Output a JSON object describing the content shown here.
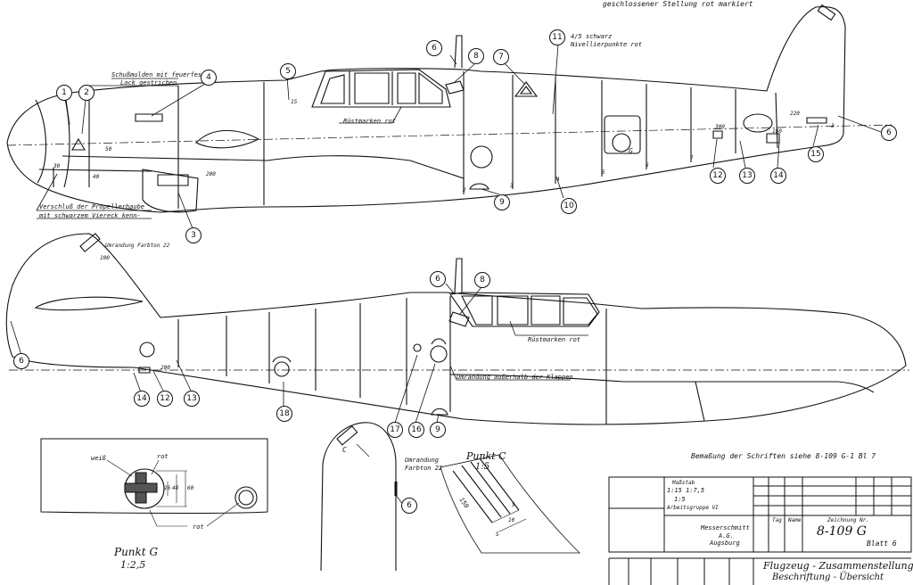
{
  "header_note": "geschlossener Stellung rot markiert",
  "view_top": {
    "notes": {
      "schussmulden": [
        "Schußmulden mit feuerfestem",
        "Lack gestrichen"
      ],
      "rustmarken": "Rüstmarken rot",
      "nivellierpunkte": [
        "4/5 schwarz",
        "Nivellierpunkte rot"
      ],
      "verschluss": [
        "Verschluß der Propellerhaube",
        "mit schwarzem Viereck kenn-"
      ]
    },
    "callouts": [
      "1",
      "2",
      "3",
      "4",
      "5",
      "6",
      "7",
      "8",
      "9",
      "10",
      "11",
      "12",
      "13",
      "14",
      "15",
      "6"
    ],
    "stations": [
      "2",
      "3",
      "4",
      "5",
      "6",
      "7"
    ],
    "marks": {
      "g": "G",
      "d300": "300",
      "d220": "220",
      "d180": "180",
      "d3": "3",
      "d50": "50",
      "d40": "40",
      "d30": "30",
      "d200": "200",
      "d15": "15"
    }
  },
  "view_bottom": {
    "notes": {
      "umrandung_farbton": "Umrandung Farbton 22",
      "rustmarken": "Rüstmarken rot",
      "umrandung_klappen": "Umrandung außerhalb der Klappen"
    },
    "callouts": [
      "6",
      "8",
      "6",
      "14",
      "12",
      "13",
      "18",
      "17",
      "16",
      "9"
    ],
    "marks": {
      "d200": "200",
      "d100": "100"
    }
  },
  "detail_g": {
    "title": "Punkt G",
    "scale": "1:2,5",
    "labels": {
      "weiss": "weiß",
      "rot1": "rot",
      "rot2": "rot"
    },
    "dims": [
      "16",
      "48",
      "60"
    ]
  },
  "fin_detail": {
    "callout": "6",
    "marker": "C",
    "notes": [
      "Umrandung",
      "Farbton 22"
    ]
  },
  "detail_c": {
    "title": "Punkt C",
    "scale": "1:5",
    "dims": [
      "150",
      "5",
      "10",
      "5"
    ]
  },
  "reference_note": "Bemaßung der Schriften siehe 8-109 G-1 Bl 7",
  "title_block": {
    "massstab_label": "Maßstab",
    "massstab_values": "1:15 1:7,5",
    "scale": "1:5",
    "arbeitsgruppe": "Arbeitsgruppe VI",
    "company": [
      "Messerschmitt",
      "A.G.",
      "Augsburg"
    ],
    "tag_label": "Tag",
    "name_label": "Name",
    "zeichnung_label": "Zeichnung Nr.",
    "drawing_number": "8-109 G",
    "sheet": "Blatt 6",
    "title": [
      "Flugzeug - Zusammenstellung",
      "Beschriftung - Übersicht"
    ]
  }
}
